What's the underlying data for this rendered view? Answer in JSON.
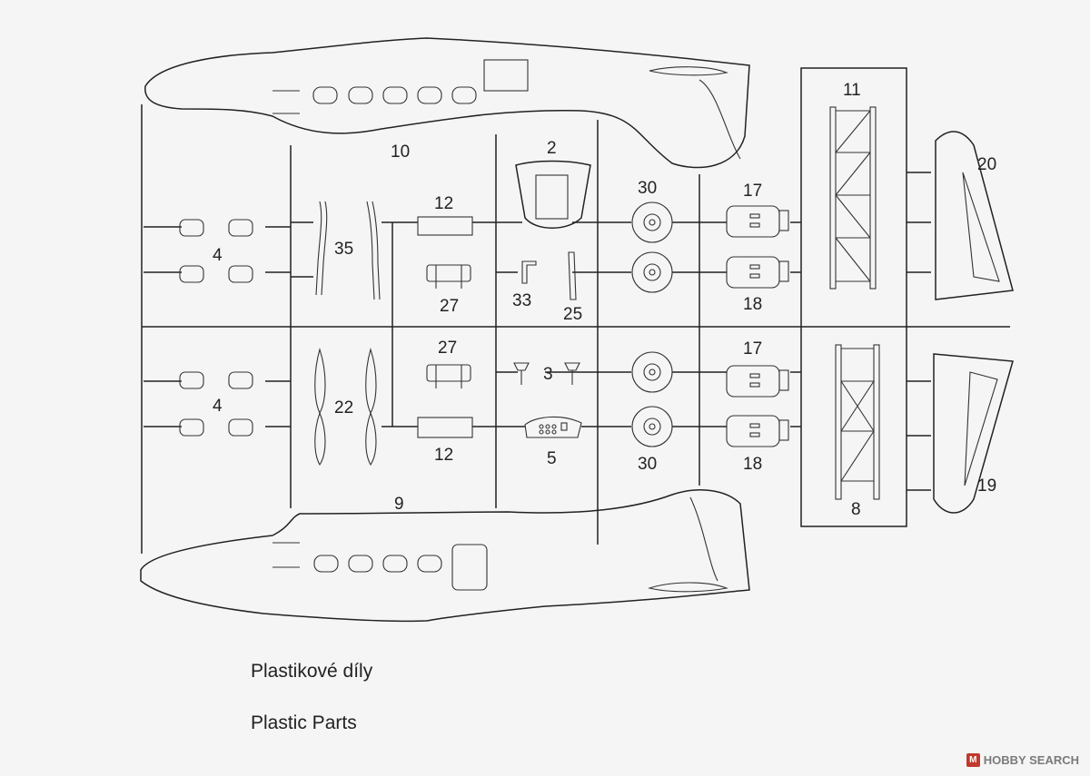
{
  "diagram": {
    "part_numbers": {
      "p10": "10",
      "p2": "2",
      "p11": "11",
      "p20": "20",
      "p4_top": "4",
      "p35": "35",
      "p12_top": "12",
      "p27_top": "27",
      "p33": "33",
      "p25": "25",
      "p30_top": "30",
      "p17_top": "17",
      "p18_top": "18",
      "p27_bot": "27",
      "p3": "3",
      "p17_bot": "17",
      "p4_bot": "4",
      "p22": "22",
      "p12_bot": "12",
      "p5": "5",
      "p30_bot": "30",
      "p18_bot": "18",
      "p8": "8",
      "p19": "19",
      "p9": "9"
    },
    "captions": {
      "czech": "Plastikové díly",
      "english": "Plastic Parts"
    }
  },
  "watermark": {
    "logo_glyph": "M",
    "text": "HOBBY SEARCH"
  },
  "colors": {
    "line": "#222222",
    "paper": "#f5f5f5",
    "watermark_red": "#c0392b"
  }
}
